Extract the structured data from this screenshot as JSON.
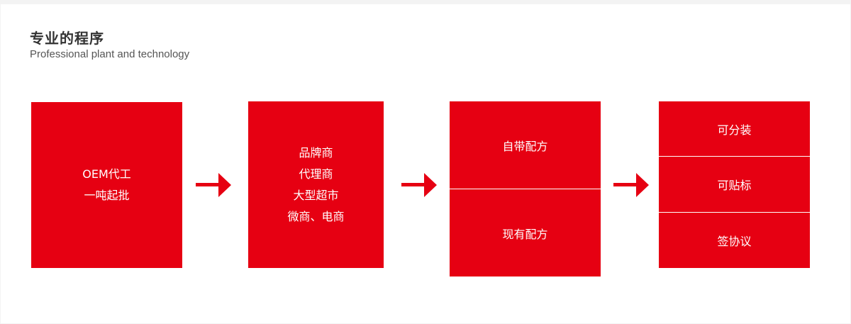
{
  "header": {
    "title": "专业的程序",
    "subtitle": "Professional plant and technology"
  },
  "steps": [
    {
      "lines": [
        "OEM代工",
        "一吨起批"
      ]
    },
    {
      "lines": [
        "品牌商",
        "代理商",
        "大型超市",
        "微商、电商"
      ]
    },
    {
      "segments": [
        "自带配方",
        "现有配方"
      ]
    },
    {
      "segments": [
        "可分装",
        "可贴标",
        "签协议"
      ]
    }
  ],
  "colors": {
    "accent": "#e60012",
    "title": "#333333"
  }
}
